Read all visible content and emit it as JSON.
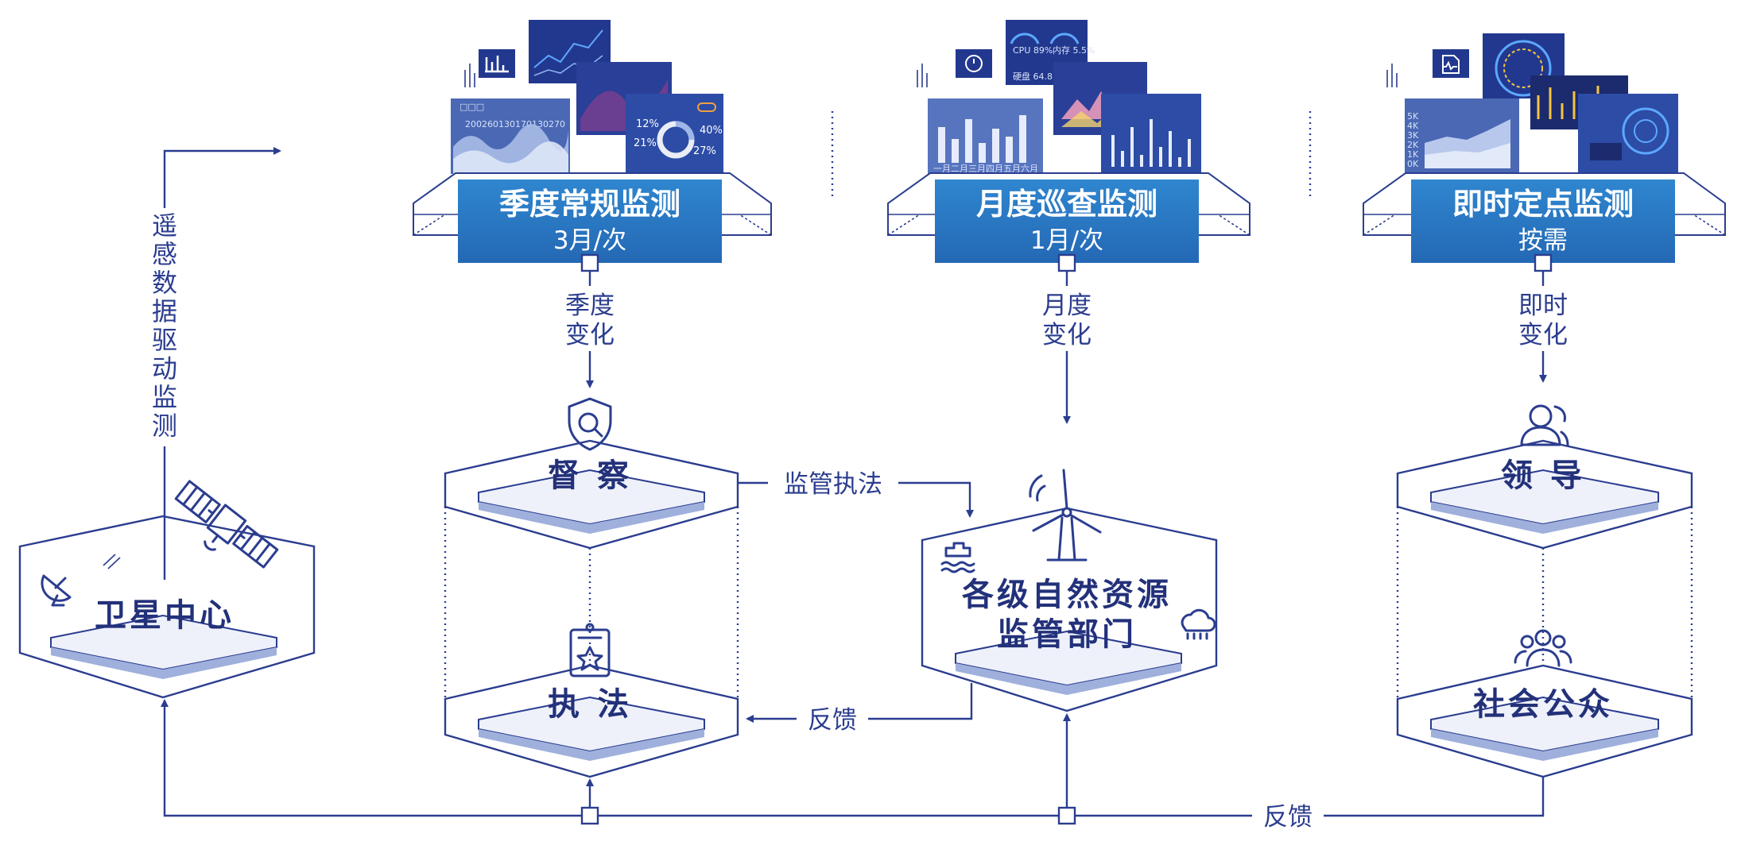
{
  "monitoring": {
    "quarterly": {
      "title": "季度常规监测",
      "freq": "3月/次",
      "change_line1": "季度",
      "change_line2": "变化"
    },
    "monthly": {
      "title": "月度巡查监测",
      "freq": "1月/次",
      "change_line1": "月度",
      "change_line2": "变化"
    },
    "instant": {
      "title": "即时定点监测",
      "freq": "按需",
      "change_line1": "即时",
      "change_line2": "变化"
    }
  },
  "satellite": {
    "label": "卫星中心",
    "drive_chars": [
      "遥",
      "感",
      "数",
      "据",
      "驱",
      "动",
      "监",
      "测"
    ]
  },
  "nodes": {
    "supervision": "督 察",
    "enforcement": "执 法",
    "dept_line1": "各级自然资源",
    "dept_line2": "监管部门",
    "leader": "领 导",
    "public": "社会公众"
  },
  "edges": {
    "regulation": "监管执法",
    "feedback_mid": "反馈",
    "feedback_bottom": "反馈"
  },
  "thumbnails": {
    "q_axis": [
      "200",
      "260",
      "130",
      "170",
      "130",
      "270"
    ],
    "q_donut": [
      "12%",
      "21%",
      "40%",
      "27%"
    ],
    "m_gauges": [
      "CPU 89%",
      "内存 5.5%",
      "硬盘 64.81%"
    ],
    "m_bar_months": [
      "一月",
      "二月",
      "三月",
      "四月",
      "五月",
      "六月"
    ],
    "i_axis": [
      "5K",
      "4K",
      "3K",
      "2K",
      "1K",
      "0K"
    ]
  },
  "colors": {
    "primary": "#2b3d8f",
    "banner": "#2f7ec7",
    "panel": "#22388f"
  }
}
